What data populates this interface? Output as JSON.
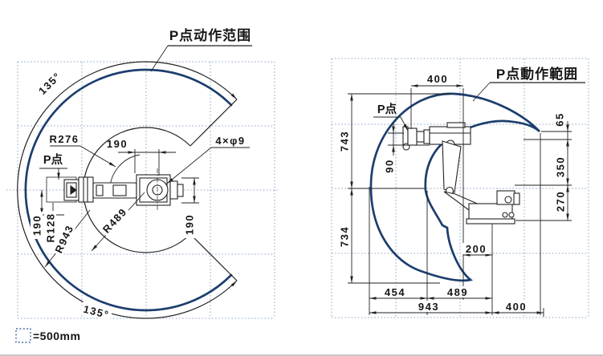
{
  "left_view": {
    "title": "P点动作范围",
    "p_point": "P点",
    "r276": "R276",
    "r128": "R128",
    "r943": "R943",
    "r489": "R489",
    "holes": "4×φ9",
    "dim_190_top": "190",
    "dim_190_left": "190",
    "dim_190_right": "190",
    "angle_top": "135°",
    "angle_bottom": "135°"
  },
  "right_view": {
    "title": "P点動作範囲",
    "p_point": "P点",
    "dim_400_top": "400",
    "dim_743": "743",
    "dim_90": "90",
    "dim_734": "734",
    "dim_65": "65",
    "dim_350": "350",
    "dim_270": "270",
    "dim_200": "200",
    "dim_454": "454",
    "dim_489": "489",
    "dim_943": "943",
    "dim_400_bottom": "400"
  },
  "legend": {
    "label": "=500mm"
  },
  "colors": {
    "envelope": "#1c3e6e",
    "grid": "#87a3c6",
    "line": "#222222"
  }
}
